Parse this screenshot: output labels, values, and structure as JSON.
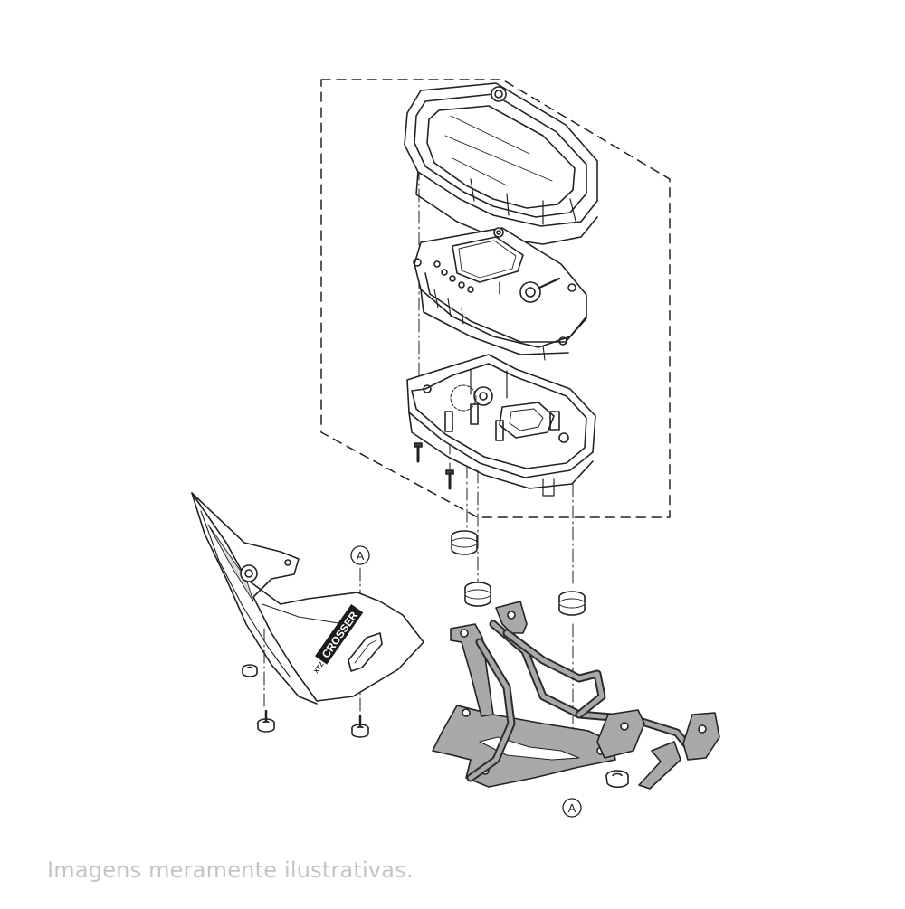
{
  "diagram": {
    "callouts": [
      {
        "id": "A-cowl",
        "label": "A"
      },
      {
        "id": "A-bracket",
        "label": "A"
      }
    ],
    "decal_text": "CROSSER",
    "decal_prefix": "XTZ",
    "colors": {
      "line": "#222222",
      "guide": "#333333",
      "bracket_fill": "#a9a9a9",
      "cowl_shade": "#d9d9d9",
      "caption": "#c4c4c4"
    }
  },
  "caption": "Imagens meramente ilustrativas."
}
